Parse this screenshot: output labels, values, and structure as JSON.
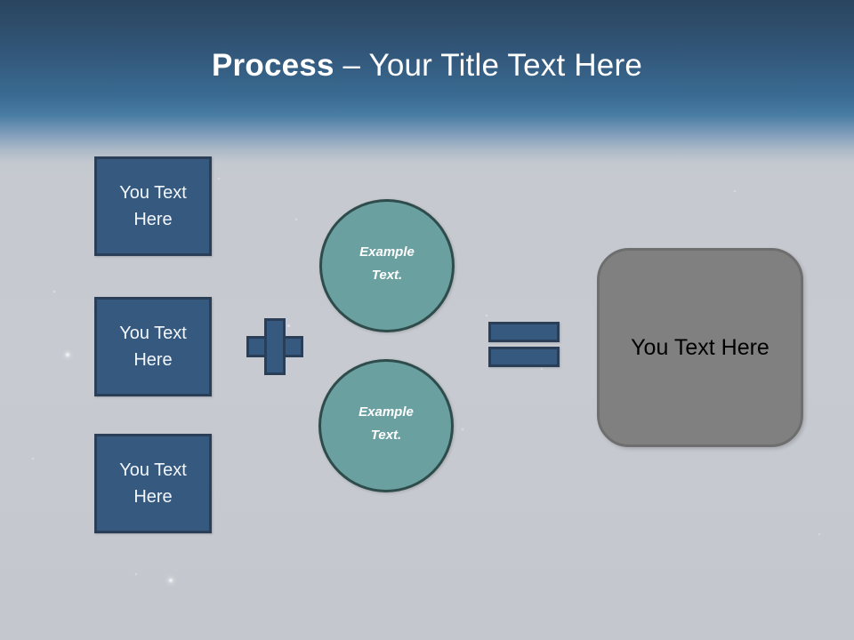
{
  "slide": {
    "title": {
      "strong": "Process",
      "rest": " – Your Title Text Here"
    },
    "colors": {
      "header_top": "#29455f",
      "header_mid": "#3a6b92",
      "body_bg": "#c6cad0",
      "blue_fill": "#35597f",
      "blue_border": "#2a3f57",
      "teal_fill": "#6ba0a0",
      "teal_border": "#2f4c4c",
      "gray_fill": "#808080",
      "gray_border": "#6e6e6e",
      "title_text": "#ffffff",
      "result_text": "#000000"
    },
    "input_boxes": [
      {
        "line1": "You Text",
        "line2": "Here"
      },
      {
        "line1": "You Text",
        "line2": "Here"
      },
      {
        "line1": "You Text",
        "line2": "Here"
      }
    ],
    "operators": {
      "plus": "+",
      "equals": "="
    },
    "circles": [
      {
        "line1": "Example",
        "line2": "Text."
      },
      {
        "line1": "Example",
        "line2": "Text."
      }
    ],
    "result": {
      "label": "You Text Here"
    }
  }
}
